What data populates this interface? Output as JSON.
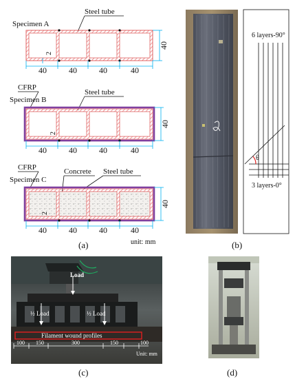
{
  "panel_a": {
    "specimen_a": {
      "label": "Specimen A",
      "tube": "Steel tube",
      "thickness": "2",
      "height": "40",
      "widths": [
        "40",
        "40",
        "40",
        "40"
      ]
    },
    "specimen_b": {
      "label": "Specimen B",
      "cfrp": "CFRP",
      "tube": "Steel tube",
      "thickness": "2",
      "height": "40",
      "widths": [
        "40",
        "40",
        "40",
        "40"
      ]
    },
    "specimen_c": {
      "label": "Specimen C",
      "cfrp": "CFRP",
      "concrete": "Concrete",
      "tube": "Steel tube",
      "thickness": "2",
      "height": "40",
      "widths": [
        "40",
        "40",
        "40",
        "40"
      ]
    },
    "unit": "unit: mm",
    "caption": "(a)"
  },
  "panel_b": {
    "top_label": "6 layers-90°",
    "bottom_label": "3 layers-0°",
    "angle": "θ",
    "caption": "(b)"
  },
  "panel_c": {
    "load": "Load",
    "half_load_left": "½ Load",
    "half_load_right": "½ Load",
    "profile": "Filament wound profiles",
    "spans": [
      "100",
      "150",
      "300",
      "150",
      "100"
    ],
    "unit": "Unit: mm",
    "caption": "(c)"
  },
  "panel_d": {
    "caption": "(d)"
  },
  "colors": {
    "steel": "#e06060",
    "cfrp": "#8040a0",
    "dim": "#00b0f0",
    "photo_red": "#e02020"
  }
}
